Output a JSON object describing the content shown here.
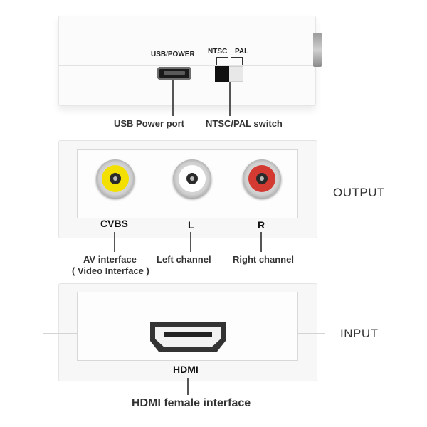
{
  "top_panel": {
    "usb_label": "USB/POWER",
    "switch_label_ntsc": "NTSC",
    "switch_label_pal": "PAL",
    "caption_usb": "USB Power port",
    "caption_switch": "NTSC/PAL switch"
  },
  "output_panel": {
    "title": "OUTPUT",
    "ports": [
      {
        "label": "CVBS",
        "color": "#f3e000",
        "caption": "AV interface",
        "caption_line2": "( Video Interface )"
      },
      {
        "label": "L",
        "color": "#ffffff",
        "caption": "Left channel"
      },
      {
        "label": "R",
        "color": "#d23a32",
        "caption": "Right channel"
      }
    ]
  },
  "input_panel": {
    "title": "INPUT",
    "port_label": "HDMI",
    "caption": "HDMI female interface"
  }
}
